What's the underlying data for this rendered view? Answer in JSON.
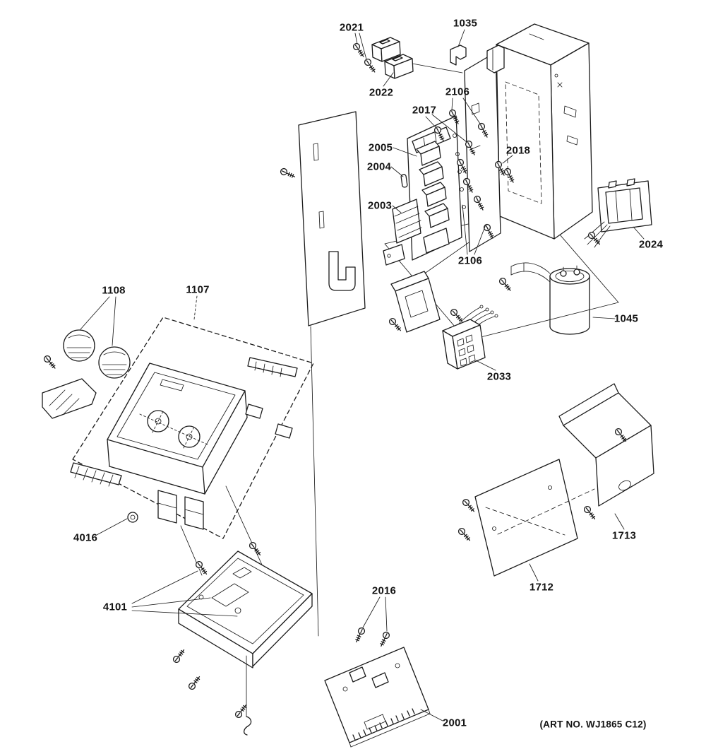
{
  "diagram": {
    "art_no": "(ART NO. WJ1865 C12)"
  },
  "labels": {
    "p2021": "2021",
    "p1035": "1035",
    "p2022": "2022",
    "p2106": "2106",
    "p2017": "2017",
    "p2005": "2005",
    "p2004": "2004",
    "p2018": "2018",
    "p2003": "2003",
    "p2024": "2024",
    "p1045": "1045",
    "p2033": "2033",
    "p1108": "1108",
    "p1107": "1107",
    "p4016": "4016",
    "p4101": "4101",
    "p1713": "1713",
    "p1712": "1712",
    "p2016": "2016",
    "p2001": "2001"
  }
}
